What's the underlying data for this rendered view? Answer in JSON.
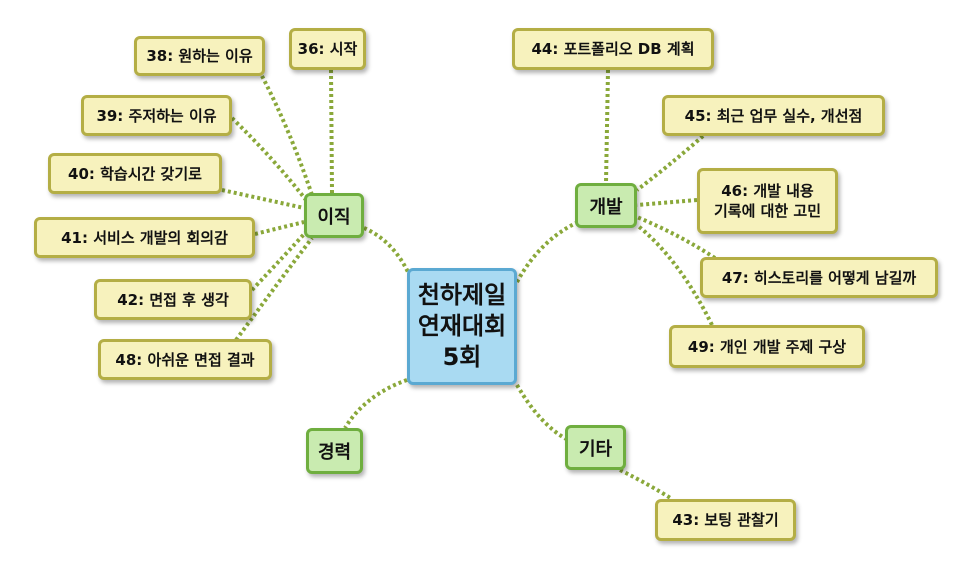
{
  "center": {
    "label": "천하제일\n연재대회\n5회"
  },
  "branches": {
    "ijik": "이직",
    "gaebal": "개발",
    "gyeongryeok": "경력",
    "gita": "기타"
  },
  "leaves": {
    "n36": "36: 시작",
    "n38": "38: 원하는 이유",
    "n39": "39: 주저하는 이유",
    "n40": "40: 학습시간 갖기로",
    "n41": "41: 서비스 개발의 회의감",
    "n42": "42: 면접 후 생각",
    "n48": "48: 아쉬운 면접 결과",
    "n44": "44: 포트폴리오 DB 계획",
    "n45": "45: 최근 업무 실수, 개선점",
    "n46": "46: 개발 내용\n기록에 대한 고민",
    "n47": "47: 히스토리를 어떻게 남길까",
    "n49": "49: 개인 개발 주제 구상",
    "n43": "43: 보팅 관찰기"
  },
  "colors": {
    "link": "#8aa83a",
    "leaf_fill": "#f7f2bd",
    "branch_fill": "#c9ebb0",
    "center_fill": "#a9daf2"
  }
}
